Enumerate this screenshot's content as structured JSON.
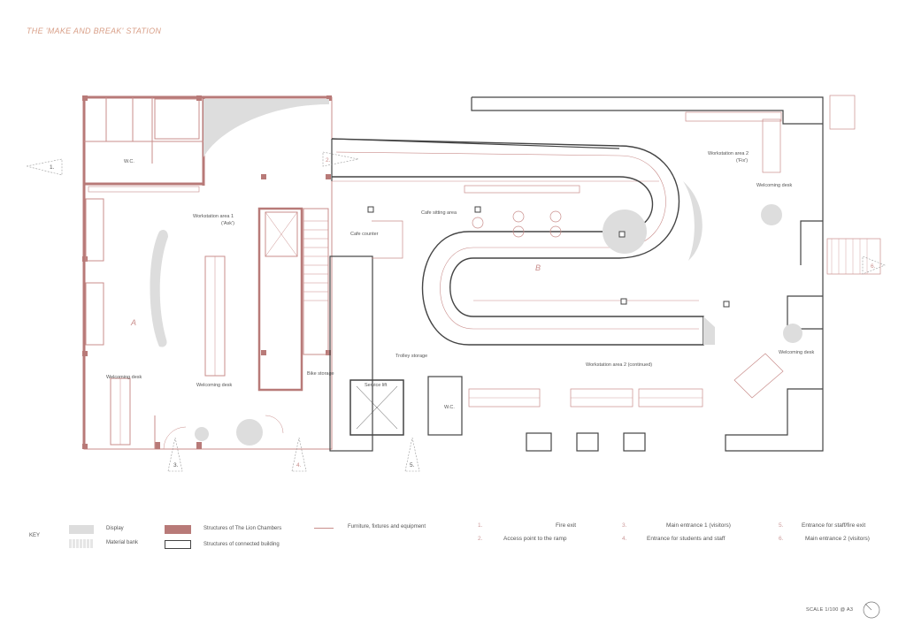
{
  "title": "THE 'MAKE AND BREAK' STATION",
  "colors": {
    "lion_chambers": "#b87a78",
    "lines": "#c98d8b",
    "connected": "#444444",
    "display": "#dddddd",
    "accent_text": "#d9a089"
  },
  "plan_labels": {
    "wc_left": "W.C.",
    "workstation_1": "Workstation area 1",
    "workstation_1_sub": "('Ask')",
    "cafe_sitting": "Cafe sitting area",
    "cafe_counter": "Cafe counter",
    "workstation_2": "Workstation area 2",
    "workstation_2_sub": "('Fix')",
    "welcoming_desk_top": "Welcoming desk",
    "welcoming_desk_right": "Welcoming desk",
    "welcoming_desk_left": "Welcoming desk",
    "welcoming_desk_mid": "Welcoming desk",
    "bike_storage": "Bike storage",
    "trolley_storage": "Trolley storage",
    "service_lift": "Service lift",
    "wc_right": "W.C.",
    "workstation_2_cont": "Workstation area 2 (continued)",
    "marker_a": "A",
    "marker_b": "B",
    "entry_1": "1.",
    "entry_2": "2.",
    "entry_3": "3.",
    "entry_4": "4.",
    "entry_5": "5.",
    "entry_6": "6."
  },
  "key": {
    "title": "KEY",
    "display": "Display",
    "material_bank": "Material bank",
    "lion_chambers": "Structures of The Lion Chambers",
    "connected_building": "Structures of connected building",
    "ffe": "Furniture, fixtures and equipment"
  },
  "legend": [
    {
      "num": "1.",
      "text": "Fire exit"
    },
    {
      "num": "2.",
      "text": "Access point to the ramp"
    },
    {
      "num": "3.",
      "text": "Main entrance 1 (visitors)"
    },
    {
      "num": "4.",
      "text": "Entrance for students and staff"
    },
    {
      "num": "5.",
      "text": "Entrance for staff/fire exit"
    },
    {
      "num": "6.",
      "text": "Main entrance 2 (visitors)"
    }
  ],
  "scale": "SCALE 1/100 @ A3"
}
